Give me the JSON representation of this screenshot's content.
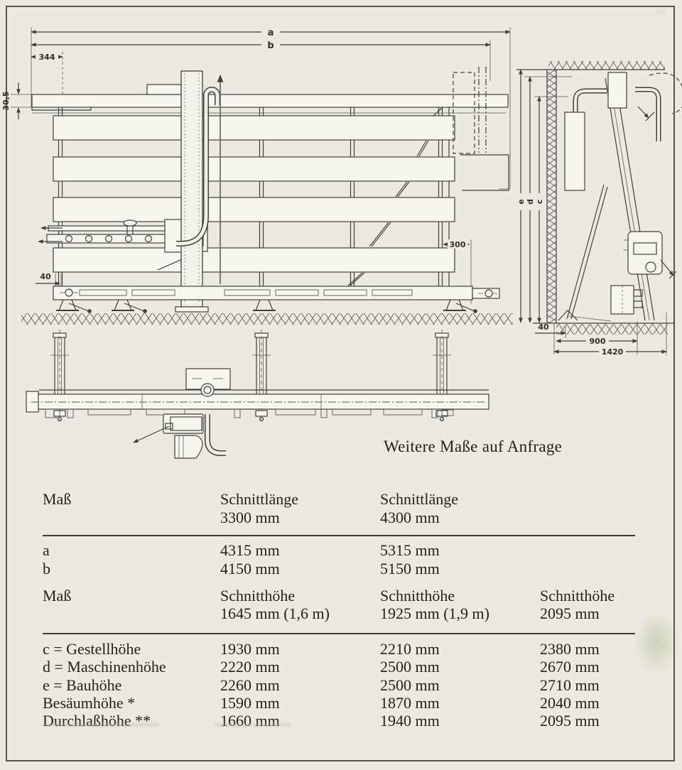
{
  "page": {
    "paper_color": "#ebe9e0",
    "ink_color": "#3f3f3f",
    "note": "Weitere Maße auf Anfrage"
  },
  "drawing": {
    "front": {
      "a": "a",
      "b": "b",
      "offset_344": "344",
      "rail_30_5": "30,5",
      "base_40": "40",
      "right_300": "300"
    },
    "side": {
      "e": "e",
      "d": "d",
      "c": "c",
      "wall_40": "40",
      "depth_900": "900",
      "depth_1420": "1420"
    }
  },
  "t1": {
    "col1": {
      "h1": "Maß"
    },
    "col2": {
      "h1": "Schnittlänge",
      "h2": "3300 mm"
    },
    "col3": {
      "h1": "Schnittlänge",
      "h2": "4300 mm"
    },
    "rows": [
      {
        "label": "a",
        "v1": "4315 mm",
        "v2": "5315 mm"
      },
      {
        "label": "b",
        "v1": "4150 mm",
        "v2": "5150 mm"
      }
    ]
  },
  "t2": {
    "col1": {
      "h1": "Maß"
    },
    "col2": {
      "h1": "Schnitthöhe",
      "h2": "1645 mm (1,6 m)"
    },
    "col3": {
      "h1": "Schnitthöhe",
      "h2": "1925 mm (1,9 m)"
    },
    "col4": {
      "h1": "Schnitthöhe",
      "h2": "2095 mm"
    },
    "rows": [
      {
        "label": "c = Gestellhöhe",
        "v1": "1930 mm",
        "v2": "2210 mm",
        "v3": "2380 mm"
      },
      {
        "label": "d = Maschinenhöhe",
        "v1": "2220 mm",
        "v2": "2500 mm",
        "v3": "2670 mm"
      },
      {
        "label": "e = Bauhöhe",
        "v1": "2260 mm",
        "v2": "2500 mm",
        "v3": "2710 mm"
      },
      {
        "label": "Besäumhöhe *",
        "v1": "1590 mm",
        "v2": "1870 mm",
        "v3": "2040 mm"
      },
      {
        "label": "Durchlaßhöhe **",
        "v1": "1660 mm",
        "v2": "1940 mm",
        "v3": "2095 mm"
      }
    ]
  }
}
